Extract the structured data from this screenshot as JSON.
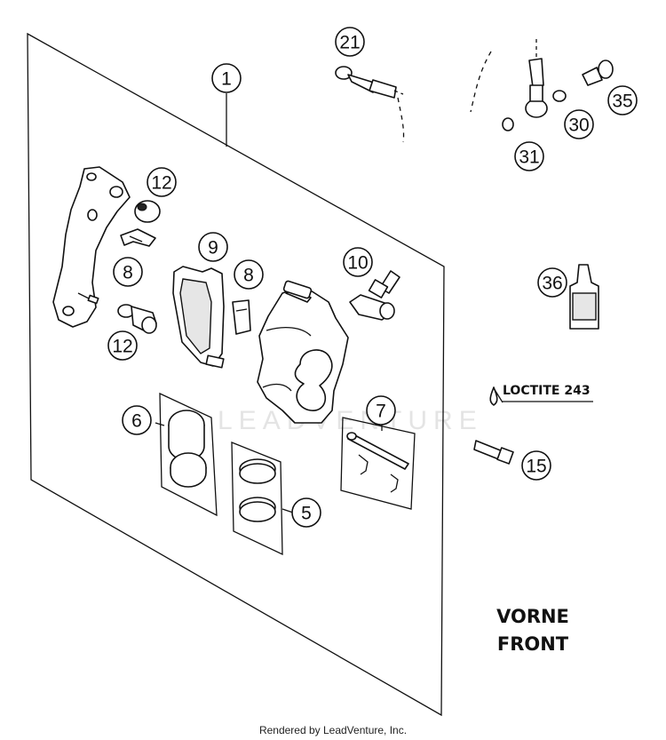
{
  "callouts": {
    "c1": "1",
    "c21": "21",
    "c12a": "12",
    "c8a": "8",
    "c12b": "12",
    "c9": "9",
    "c8b": "8",
    "c10": "10",
    "c6": "6",
    "c5": "5",
    "c7": "7",
    "c35": "35",
    "c30": "30",
    "c31": "31",
    "c36": "36",
    "c15": "15"
  },
  "labels": {
    "loctite": "LOCTITE 243",
    "front_de": "VORNE",
    "front_en": "FRONT"
  },
  "watermark": "LEADVENTURE",
  "footer": "Rendered by LeadVenture, Inc."
}
